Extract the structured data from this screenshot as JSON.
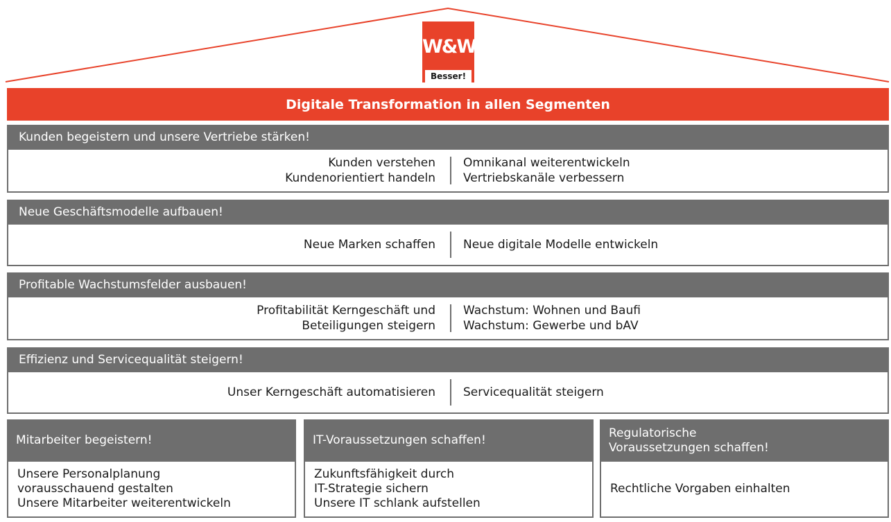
{
  "logo": {
    "mark": "W&W",
    "tagline": "Besser!"
  },
  "banner": {
    "title": "Digitale Transformation in allen Segmenten"
  },
  "colors": {
    "brand_red": "#e8422a",
    "header_gray": "#6e6e6e"
  },
  "pillars": [
    {
      "heading": "Kunden begeistern und unsere Vertriebe stärken!",
      "left": [
        "Kunden verstehen",
        "Kundenorientiert handeln"
      ],
      "right": [
        "Omnikanal weiterentwickeln",
        "Vertriebskanäle verbessern"
      ]
    },
    {
      "heading": "Neue Geschäftsmodelle aufbauen!",
      "left": [
        "Neue Marken schaffen"
      ],
      "right": [
        "Neue digitale Modelle entwickeln"
      ]
    },
    {
      "heading": "Profitable Wachstumsfelder ausbauen!",
      "left": [
        "Profitabilität Kerngeschäft und",
        "Beteiligungen steigern"
      ],
      "right": [
        "Wachstum: Wohnen und Baufi",
        "Wachstum: Gewerbe und bAV"
      ]
    },
    {
      "heading": "Effizienz und Servicequalität steigern!",
      "left": [
        "Unser Kerngeschäft automatisieren"
      ],
      "right": [
        "Servicequalität steigern"
      ]
    }
  ],
  "foundations": [
    {
      "heading": [
        "Mitarbeiter begeistern!"
      ],
      "lines": [
        "Unsere Personalplanung",
        "vorausschauend gestalten",
        "Unsere Mitarbeiter weiterentwickeln"
      ]
    },
    {
      "heading": [
        "IT-Voraussetzungen schaffen!"
      ],
      "lines": [
        "Zukunftsfähigkeit durch",
        "IT-Strategie sichern",
        "Unsere IT schlank aufstellen"
      ]
    },
    {
      "heading": [
        "Regulatorische",
        "Voraussetzungen schaffen!"
      ],
      "lines": [
        "Rechtliche Vorgaben einhalten"
      ]
    }
  ]
}
